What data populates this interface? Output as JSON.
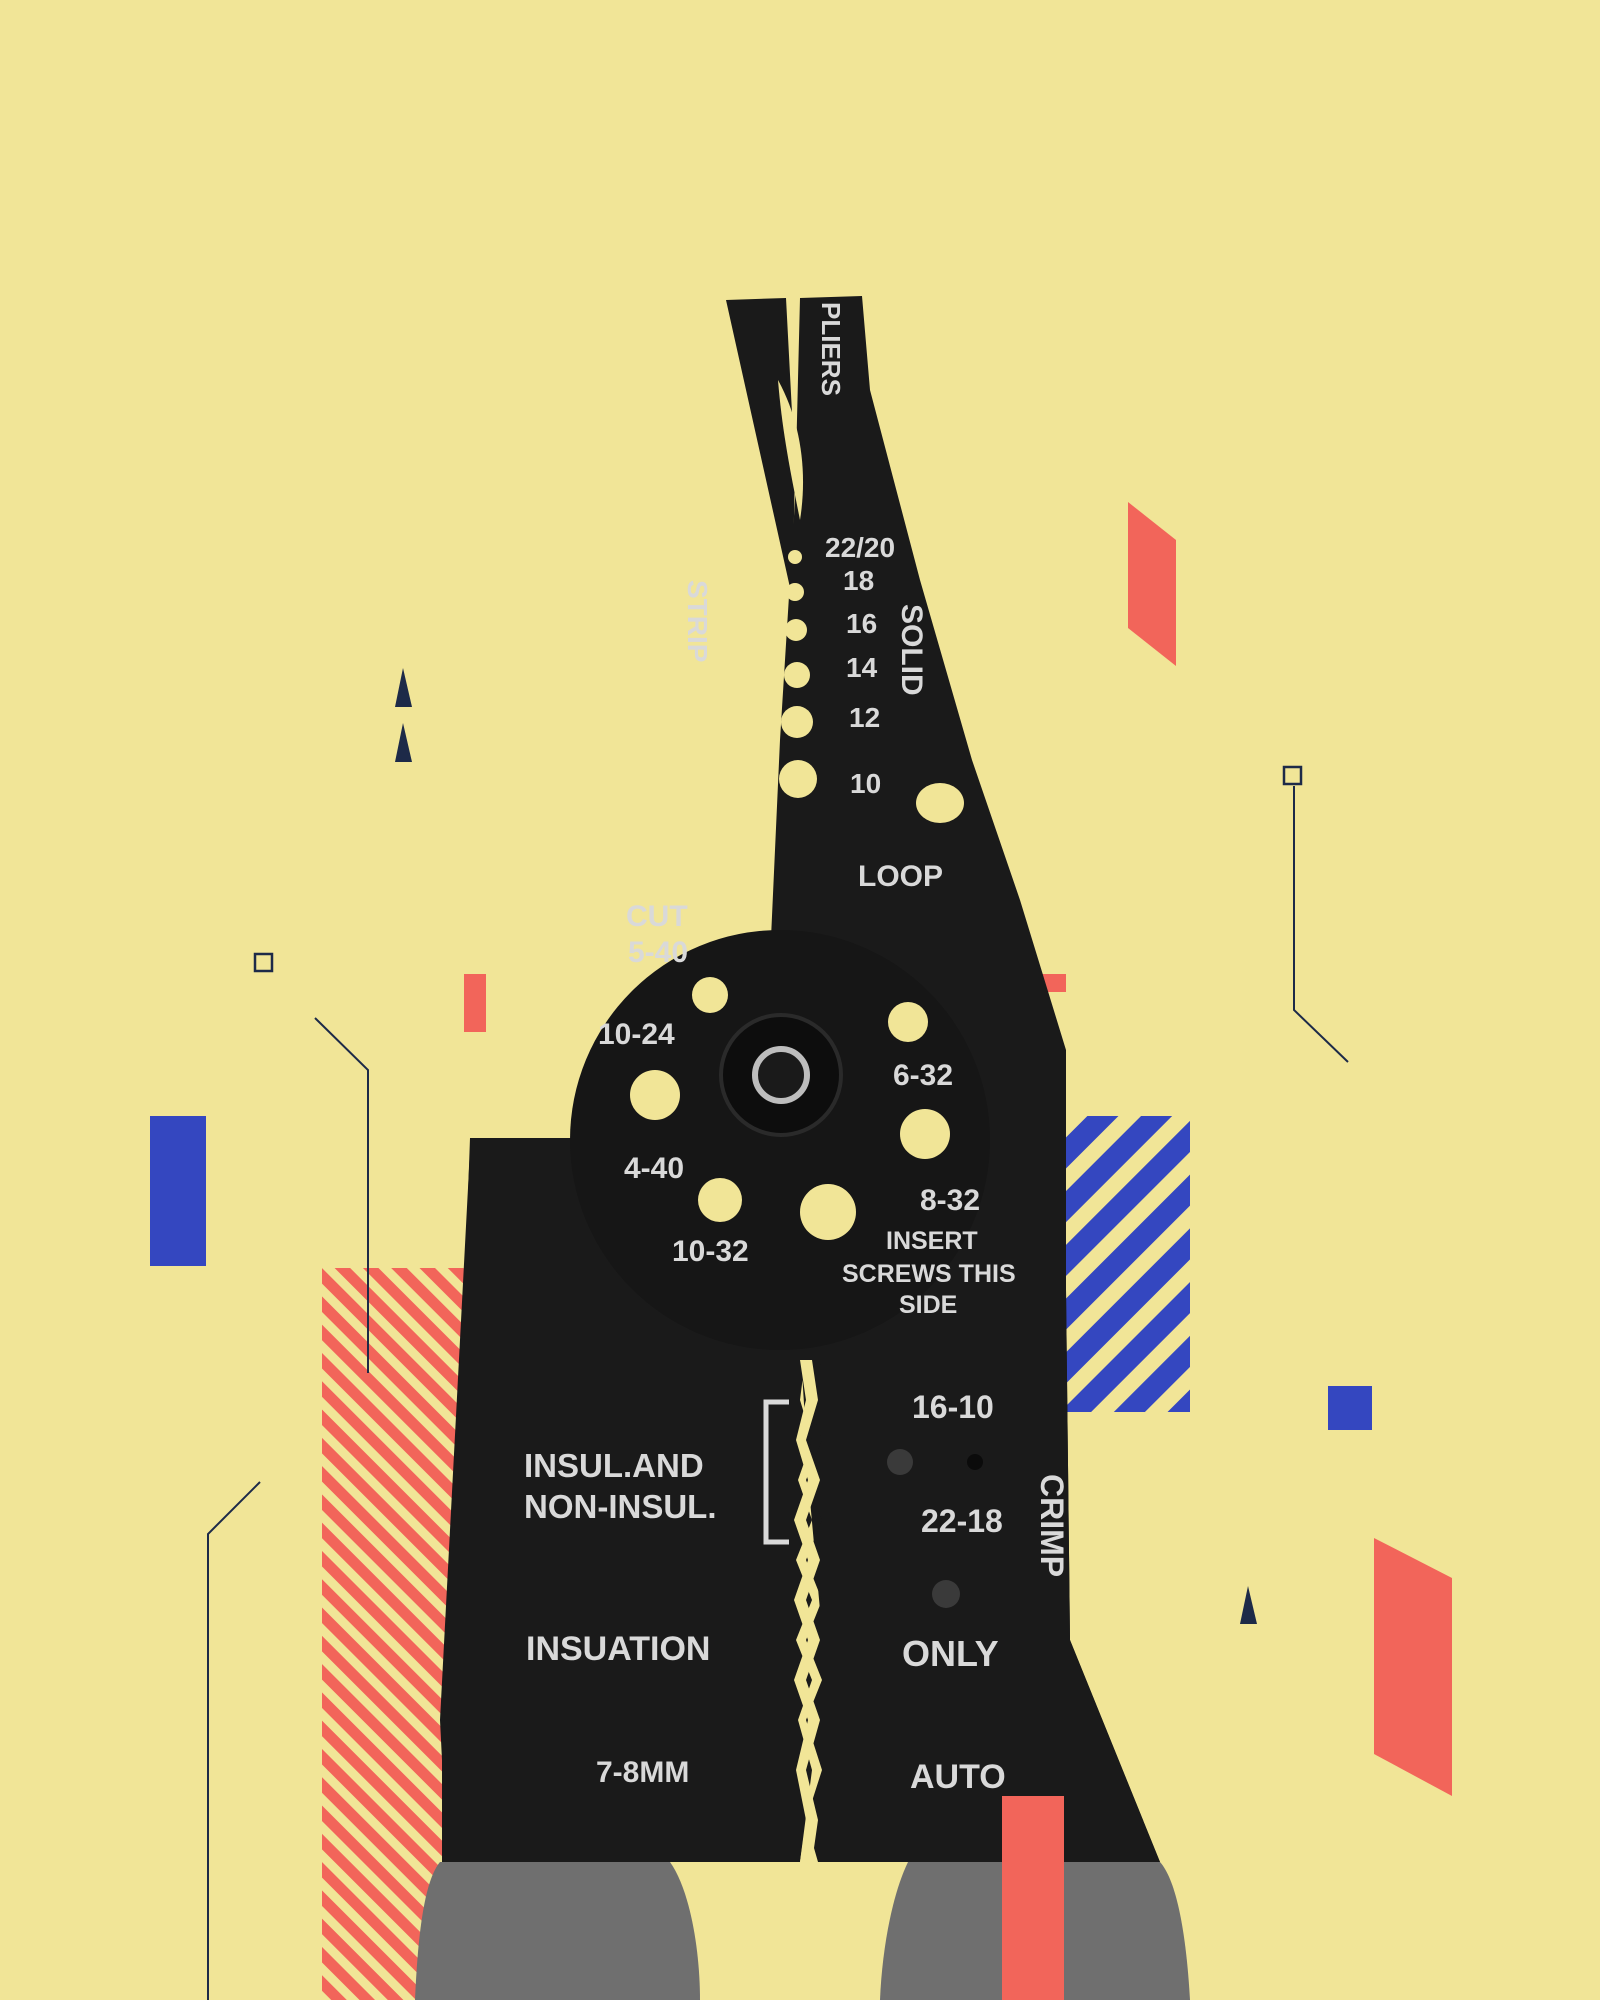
{
  "background_color": "#f1e597",
  "accent_colors": {
    "coral": "#f2655a",
    "blue": "#3447c0",
    "navy": "#1d2a48",
    "tool": "#1a1a1a",
    "grip": "#6f6f6f",
    "engraving": "#d9d9d9"
  },
  "tool_labels": {
    "pliers": "PLIERS",
    "strip": "STRIP",
    "solid": "SOLID",
    "gauge_22_20": "22/20",
    "gauge_18": "18",
    "gauge_16": "16",
    "gauge_14": "14",
    "gauge_12": "12",
    "gauge_10": "10",
    "loop": "LOOP",
    "cut": "CUT",
    "screw_5_40": "5-40",
    "screw_10_24": "10-24",
    "screw_6_32": "6-32",
    "screw_4_40": "4-40",
    "screw_8_32": "8-32",
    "screw_10_32": "10-32",
    "insert_line1": "INSERT",
    "insert_line2": "SCREWS THIS",
    "insert_line3": "SIDE",
    "crimp_16_10": "16-10",
    "crimp_22_18": "22-18",
    "crimp": "CRIMP",
    "insul_line1": "INSUL.AND",
    "insul_line2": "NON-INSUL.",
    "insuation": "INSUATION",
    "only": "ONLY",
    "mm": "7-8MM",
    "auto": "AUTO"
  }
}
